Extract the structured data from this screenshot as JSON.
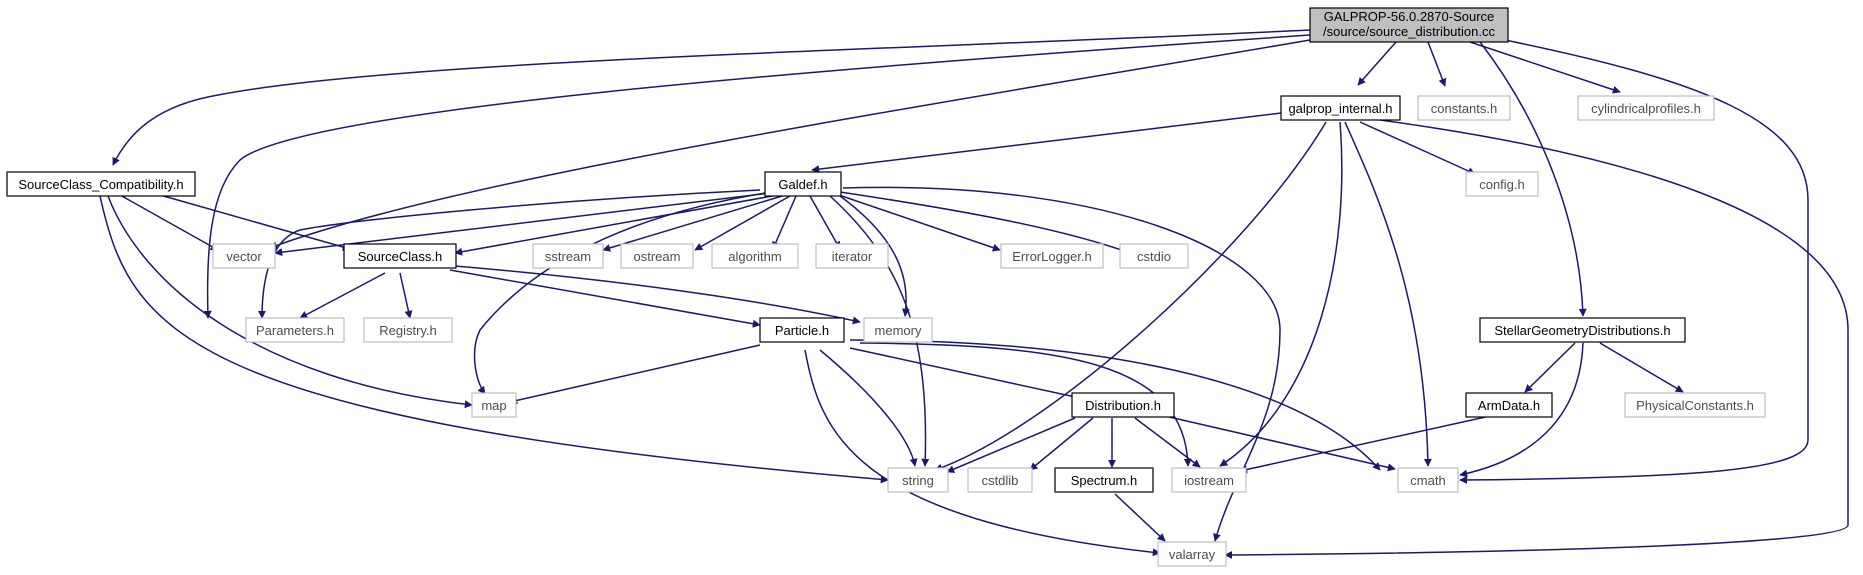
{
  "graph": {
    "root_line1": "GALPROP-56.0.2870-Source",
    "root_line2": "/source/source_distribution.cc",
    "nodes": {
      "galprop_internal": "galprop_internal.h",
      "constants": "constants.h",
      "cylindricalprofiles": "cylindricalprofiles.h",
      "sourceclass_compat": "SourceClass_Compatibility.h",
      "galdef": "Galdef.h",
      "config": "config.h",
      "vector": "vector",
      "sourceclass": "SourceClass.h",
      "sstream": "sstream",
      "ostream": "ostream",
      "algorithm": "algorithm",
      "iterator": "iterator",
      "errorlogger": "ErrorLogger.h",
      "cstdio": "cstdio",
      "parameters": "Parameters.h",
      "registry": "Registry.h",
      "memory": "memory",
      "stellargeom": "StellarGeometryDistributions.h",
      "particle": "Particle.h",
      "map": "map",
      "distribution": "Distribution.h",
      "armdata": "ArmData.h",
      "physconst": "PhysicalConstants.h",
      "string": "string",
      "cstdlib": "cstdlib",
      "spectrum": "Spectrum.h",
      "iostream": "iostream",
      "cmath": "cmath",
      "valarray": "valarray"
    },
    "colors": {
      "edge": "#191970",
      "root_fill": "#bfbfbf",
      "documented_border": "#000000",
      "external_border": "#bfbfbf",
      "external_text": "#4d4d4d"
    }
  }
}
